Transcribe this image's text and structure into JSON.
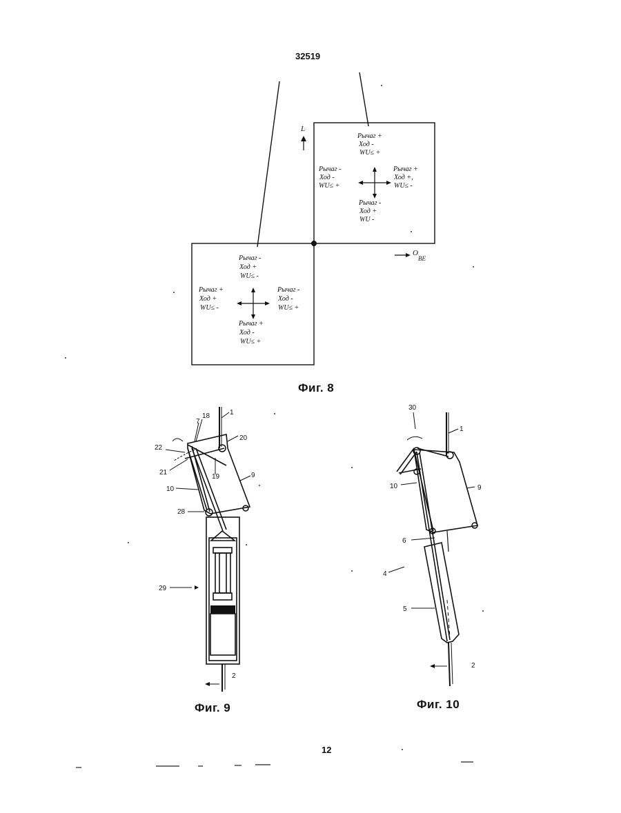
{
  "page_header": "32519",
  "page_footer": "12",
  "figure8": {
    "caption": "Фиг. 8",
    "axis_vertical": "L",
    "axis_horizontal": "O",
    "axis_horizontal_sub": "BE",
    "upper_quadrant": {
      "top": [
        "Рычаг +",
        "Ход  -",
        "WU≤ +"
      ],
      "left": [
        "Рычаг -",
        "Ход  -",
        "WU≤ +"
      ],
      "right": [
        "Рычаг +",
        "Ход  +,",
        "WU≤ -"
      ],
      "bottom": [
        "Рычаг -",
        "Ход  +",
        "WU  -"
      ]
    },
    "lower_quadrant": {
      "top": [
        "Рычаг -",
        "Ход  +",
        "WU≤ -"
      ],
      "left": [
        "Рычаг +",
        "Ход  +",
        "WU≤ -"
      ],
      "right": [
        "Рычаг -",
        "Ход  -",
        "WU≤ +"
      ],
      "bottom": [
        "Рычаг +",
        "Ход  -",
        "WU≤ +"
      ]
    }
  },
  "figure9": {
    "caption": "Фиг. 9",
    "labels": [
      "18",
      "1",
      "7",
      "20",
      "22",
      "21",
      "19",
      "9",
      "10",
      "28",
      "29",
      "2"
    ]
  },
  "figure10": {
    "caption": "Фиг. 10",
    "labels": [
      "30",
      "1",
      "10",
      "9",
      "6",
      "4",
      "5",
      "2"
    ]
  }
}
